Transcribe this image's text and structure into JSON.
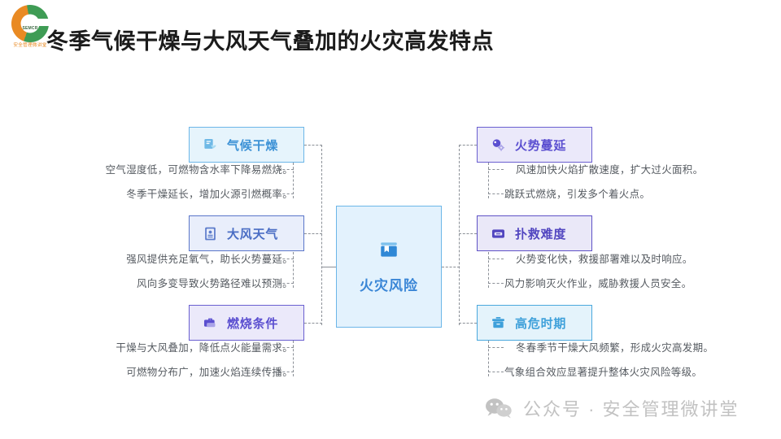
{
  "logo": {
    "inner_text": "SEMCR",
    "sub_text": "安全管理微讲堂",
    "colors": {
      "orange": "#e98a23",
      "green": "#3f9c55"
    }
  },
  "header": {
    "title": "冬季气候干燥与大风天气叠加的火灾高发特点"
  },
  "center": {
    "label": "火灾风险",
    "icon": "book-icon",
    "color": "#3a86d6",
    "bg": "#e3f2fd"
  },
  "left_branches": [
    {
      "label": "气候干燥",
      "icon": "document-heart-icon",
      "accent": "#3d92d6",
      "bg": "#e6f4fc",
      "details": [
        "空气湿度低，可燃物含水率下降易燃烧。",
        "冬季干燥延长，增加火源引燃概率。"
      ]
    },
    {
      "label": "大风天气",
      "icon": "id-card-icon",
      "accent": "#4a6dc4",
      "bg": "#e9eefb",
      "details": [
        "强风提供充足氧气，助长火势蔓延。",
        "风向多变导致火势路径难以预测。"
      ]
    },
    {
      "label": "燃烧条件",
      "icon": "briefcase-icon",
      "accent": "#5b4fd0",
      "bg": "#ebe9fa",
      "details": [
        "干燥与大风叠加，降低点火能量需求。",
        "可燃物分布广，加速火焰连续传播。"
      ]
    }
  ],
  "right_branches": [
    {
      "label": "火势蔓延",
      "icon": "settings-gear-icon",
      "accent": "#5b4fd0",
      "bg": "#ebe9fa",
      "details": [
        "风速加快火焰扩散速度，扩大过火面积。",
        "跳跃式燃烧，引发多个着火点。"
      ]
    },
    {
      "label": "扑救难度",
      "icon": "inbox-icon",
      "accent": "#5246c0",
      "bg": "#eae8f8",
      "details": [
        "火势变化快，救援部署难以及时响应。",
        "风力影响灭火作业，威胁救援人员安全。"
      ]
    },
    {
      "label": "高危时期",
      "icon": "archive-box-icon",
      "accent": "#3ea0da",
      "bg": "#e4f3fb",
      "details": [
        "冬春季节干燥大风频繁，形成火灾高发期。",
        "气象组合效应显著提升整体火灾风险等级。"
      ]
    }
  ],
  "footer": {
    "icon": "wechat-icon",
    "text": "公众号 · 安全管理微讲堂",
    "color": "#c2c2c2"
  }
}
